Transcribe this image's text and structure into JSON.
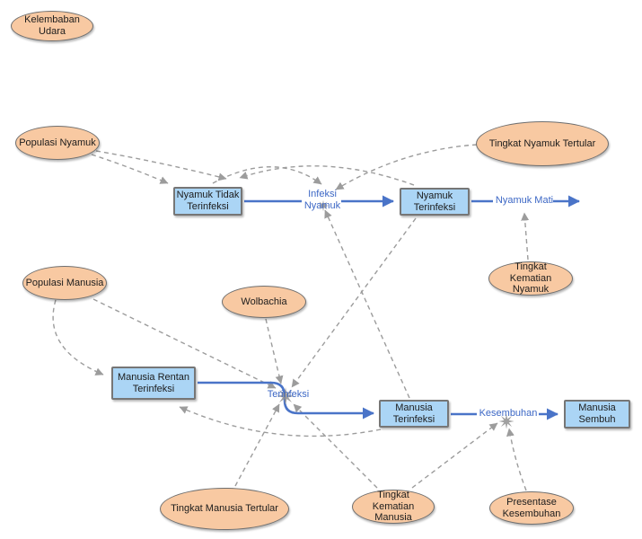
{
  "diagram": {
    "nodes": {
      "kelembaban_udara": "Kelembaban Udara",
      "populasi_nyamuk": "Populasi Nyamuk",
      "tingkat_nyamuk_tertular": "Tingkat Nyamuk Tertular",
      "tingkat_kematian_nyamuk": "Tingkat Kematian Nyamuk",
      "populasi_manusia": "Populasi Manusia",
      "wolbachia": "Wolbachia",
      "tingkat_manusia_tertular": "Tingkat Manusia Tertular",
      "tingkat_kematian_manusia": "Tingkat Kematian Manusia",
      "presentase_kesembuhan": "Presentase Kesembuhan"
    },
    "stocks": {
      "nyamuk_tidak_terinfeksi": "Nyamuk Tidak Terinfeksi",
      "nyamuk_terinfeksi": "Nyamuk Terinfeksi",
      "manusia_rentan_terinfeksi": "Manusia Rentan Terinfeksi",
      "manusia_terinfeksi": "Manusia Terinfeksi",
      "manusia_sembuh": "Manusia Sembuh"
    },
    "flows": {
      "infeksi_nyamuk": "Infeksi Nyamuk",
      "nyamuk_mati": "Nyamuk Mati",
      "terinfeksi": "Terinfeksi",
      "kesembuhan": "Kesembuhan"
    },
    "colors": {
      "aux_fill": "#F8C9A2",
      "stock_fill": "#ABD5F5",
      "node_border": "#6f6f6f",
      "flow_blue": "#4a74c8",
      "flow_label_blue": "#3c67c5",
      "link_gray": "#9c9c9c",
      "background": "#ffffff"
    }
  }
}
